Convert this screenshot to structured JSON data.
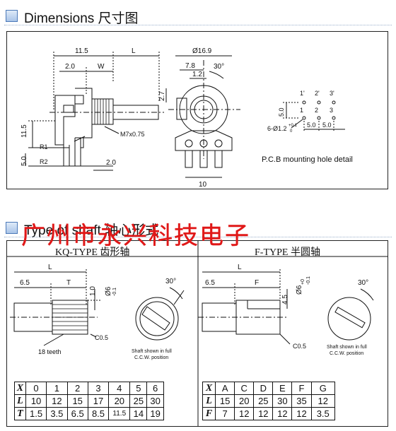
{
  "section1": {
    "title": "Dimensions 尺寸图"
  },
  "section2": {
    "title": "Type of shaft 轴心形式"
  },
  "watermark": "广州市永兴科技电子",
  "dimensions": {
    "side": {
      "d_11_5": "11.5",
      "d_L": "L",
      "d_2_0": "2.0",
      "d_W": "W",
      "d_11_5v": "11.5",
      "d_5_0": "5.0",
      "d_2_0b": "2.0",
      "thread": "M7x0.75",
      "r1": "R1",
      "r2": "R2"
    },
    "front": {
      "dia": "Ø16.9",
      "d_7_8": "7.8",
      "d_1_2": "1.2",
      "angle": "30°",
      "d_2_7": "2.7",
      "hole": "6-Ø1.2",
      "tol_plus": "+0.1",
      "tol_zero": "0",
      "d_10": "10"
    },
    "pcb": {
      "labels_top": [
        "1'",
        "2'",
        "3'"
      ],
      "labels_bottom": [
        "1",
        "2",
        "3"
      ],
      "d_5_0v": "5.0",
      "d_5_0a": "5.0",
      "d_5_0b": "5.0",
      "caption": "P.C.B mounting hole detail"
    }
  },
  "kq": {
    "title": "KQ-TYPE 齿形轴",
    "L": "L",
    "d_6_5": "6.5",
    "T": "T",
    "d_1_0": "1.0",
    "d_dia": "Ø6",
    "tol": "-0.1",
    "angle": "30°",
    "chamfer": "C0.5",
    "teeth": "18 teeth",
    "note": [
      "Shaft shown in full",
      "C.C.W. position"
    ],
    "table": {
      "rows": [
        {
          "h": "X",
          "cells": [
            "0",
            "1",
            "2",
            "3",
            "4",
            "5",
            "6"
          ]
        },
        {
          "h": "L",
          "cells": [
            "10",
            "12",
            "15",
            "17",
            "20",
            "25",
            "30"
          ]
        },
        {
          "h": "T",
          "cells": [
            "1.5",
            "3.5",
            "6.5",
            "8.5",
            "11.5",
            "14",
            "19"
          ]
        }
      ]
    }
  },
  "f": {
    "title": "F-TYPE 半圆轴",
    "L": "L",
    "d_6_5": "6.5",
    "F": "F",
    "d_4_5": "4.5",
    "d_dia": "Ø6",
    "tol_a": "+0",
    "tol_b": "-0.1",
    "angle": "30°",
    "chamfer": "C0.5",
    "note": [
      "Shaft shown in full",
      "C.C.W. position"
    ],
    "table": {
      "rows": [
        {
          "h": "X",
          "cells": [
            "A",
            "C",
            "D",
            "E",
            "F",
            "G"
          ]
        },
        {
          "h": "L",
          "cells": [
            "15",
            "20",
            "25",
            "30",
            "35",
            "12"
          ]
        },
        {
          "h": "F",
          "cells": [
            "7",
            "12",
            "12",
            "12",
            "12",
            "3.5"
          ]
        }
      ]
    }
  }
}
